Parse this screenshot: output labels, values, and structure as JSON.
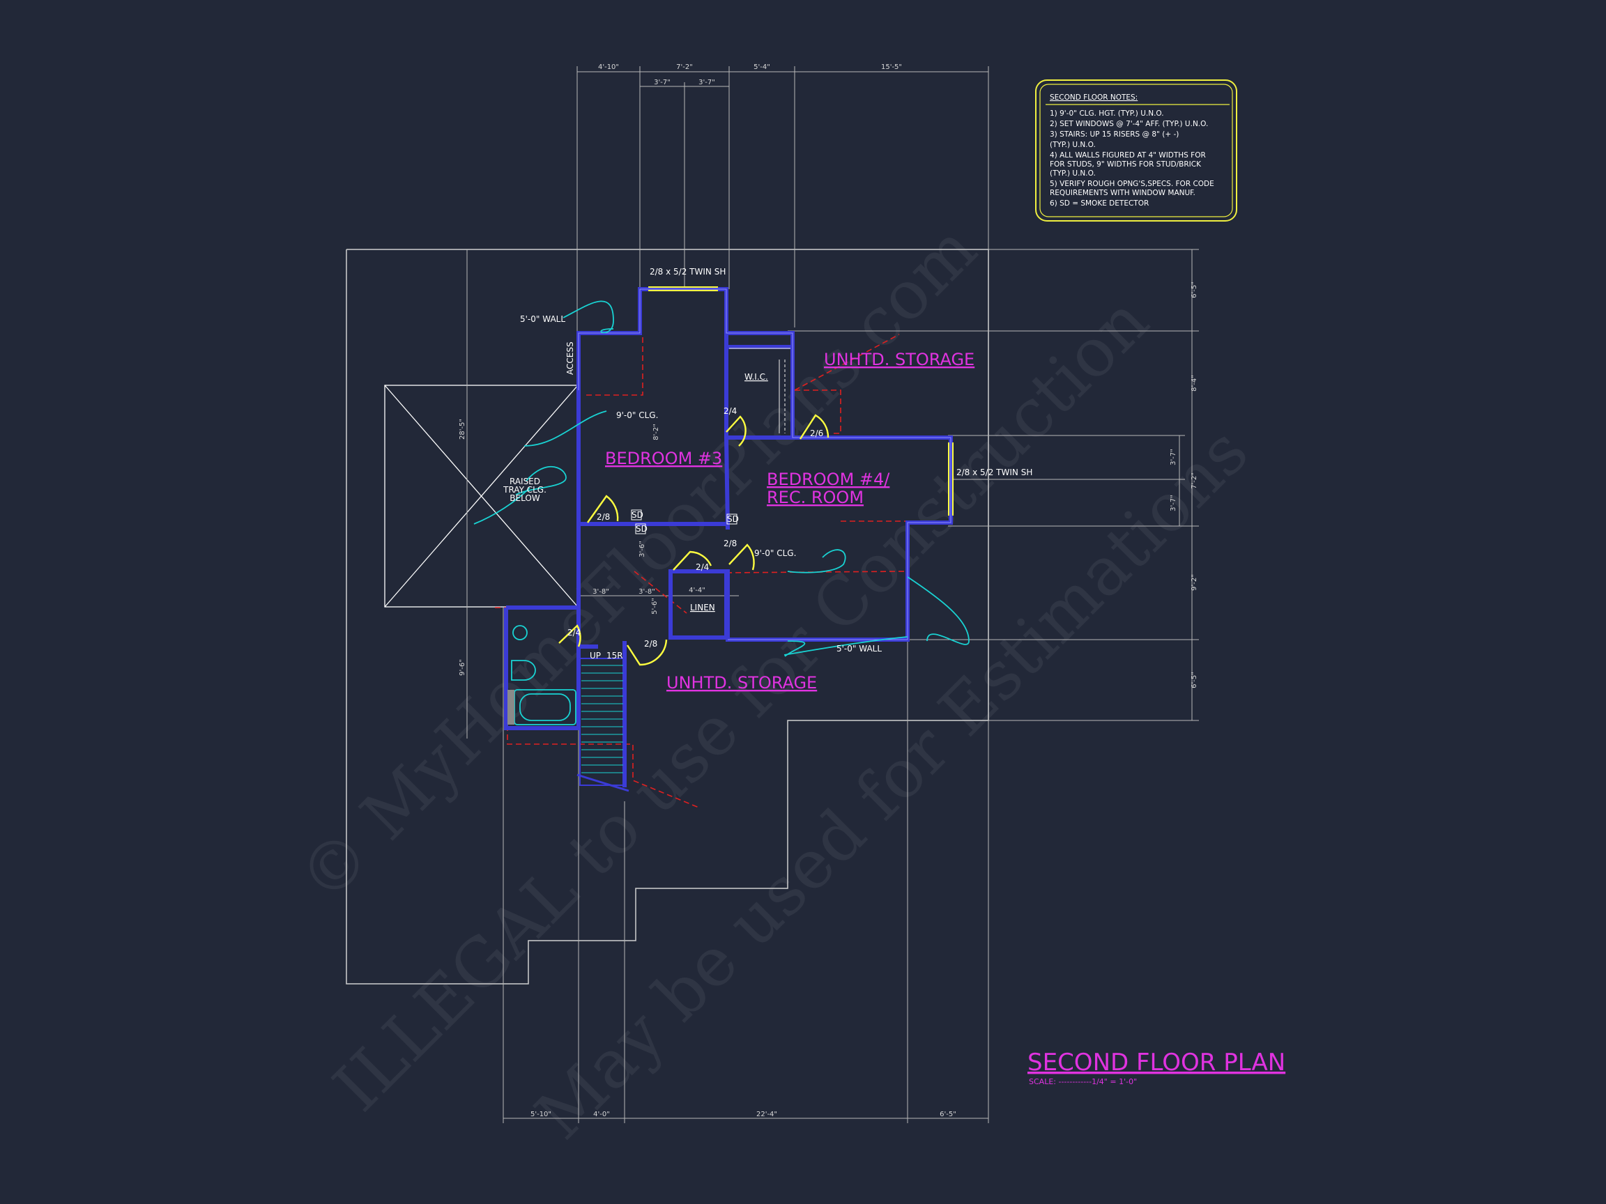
{
  "plan": {
    "title": "SECOND FLOOR PLAN",
    "scale": "SCALE: ------------1/4\" = 1'-0\""
  },
  "notes": {
    "title": "SECOND FLOOR NOTES:",
    "lines": [
      "1) 9'-0\"  CLG. HGT. (TYP.) U.N.O.",
      "2) SET WINDOWS @ 7'-4\" AFF. (TYP.) U.N.O.",
      "3) STAIRS: UP 15 RISERS @ 8\" (+ -)",
      "    (TYP.) U.N.O.",
      "4) ALL WALLS FIGURED AT 4\" WIDTHS FOR",
      "    FOR STUDS, 9\" WIDTHS FOR STUD/BRICK",
      "    (TYP.) U.N.O.",
      "5) VERIFY ROUGH OPNG'S,SPECS. FOR CODE",
      "    REQUIREMENTS WITH WINDOW MANUF.",
      "6) SD = SMOKE DETECTOR"
    ]
  },
  "rooms": {
    "bedroom3": "BEDROOM #3",
    "bedroom4_line1": "BEDROOM #4/",
    "bedroom4_line2": "REC. ROOM",
    "storage_top": "UNHTD. STORAGE",
    "storage_bottom": "UNHTD. STORAGE",
    "wic": "W.I.C.",
    "linen": "LINEN"
  },
  "labels": {
    "window_top": "2/8 x 5/2 TWIN SH",
    "window_right": "2/8 x 5/2 TWIN SH",
    "wall_top": "5'-0\" WALL",
    "wall_bottom": "5'-0\" WALL",
    "access": "ACCESS",
    "clg_bed3": "9'-0\" CLG.",
    "clg_hall": "9'-0\" CLG.",
    "tray_1": "RAISED",
    "tray_2": "TRAY CLG.",
    "tray_3": "BELOW",
    "stair_up": "UP",
    "stair_risers": "15R",
    "sd": "SD"
  },
  "doors": {
    "d1": "2/4",
    "d2": "2/6",
    "d3": "2/8",
    "d4": "2/8",
    "d5": "2/4",
    "d6": "2/4",
    "d7": "2/8"
  },
  "dimensions": {
    "top_1": "4'-10\"",
    "top_2": "7'-2\"",
    "top_3": "5'-4\"",
    "top_4": "15'-5\"",
    "top_sub_1": "3'-7\"",
    "top_sub_2": "3'-7\"",
    "right_1": "6'-5\"",
    "right_2": "8'-4\"",
    "right_3": "3'-7\"",
    "right_4": "7'-2\"",
    "right_5": "3'-7\"",
    "right_6": "9'-2\"",
    "right_7": "6'-5\"",
    "bottom_1": "5'-10\"",
    "bottom_2": "4'-0\"",
    "bottom_3": "22'-4\"",
    "bottom_4": "6'-5\"",
    "left_1": "28'-5\"",
    "left_2": "9'-6\"",
    "inner_1": "3'-8\"",
    "inner_2": "3'-8\"",
    "inner_3": "4'-4\"",
    "inner_4": "8'-2\"",
    "inner_5": "3'-6\"",
    "inner_6": "5'-6\""
  },
  "watermark": {
    "line1": "© MyHomeFloorPlans.com",
    "line2": "ILLEGAL to use for Construction",
    "line3": "May be used for Estimations"
  },
  "colors": {
    "background": "#222838",
    "wall": "#3b3bd6",
    "wall_edge": "#8f8fff",
    "window": "#ffff40",
    "door": "#ffff40",
    "room_label": "#e033e0",
    "annotation": "#19d3d3",
    "hidden_line": "#e02020",
    "dimension": "#c8c8c8",
    "notes_border": "#f0f040"
  }
}
